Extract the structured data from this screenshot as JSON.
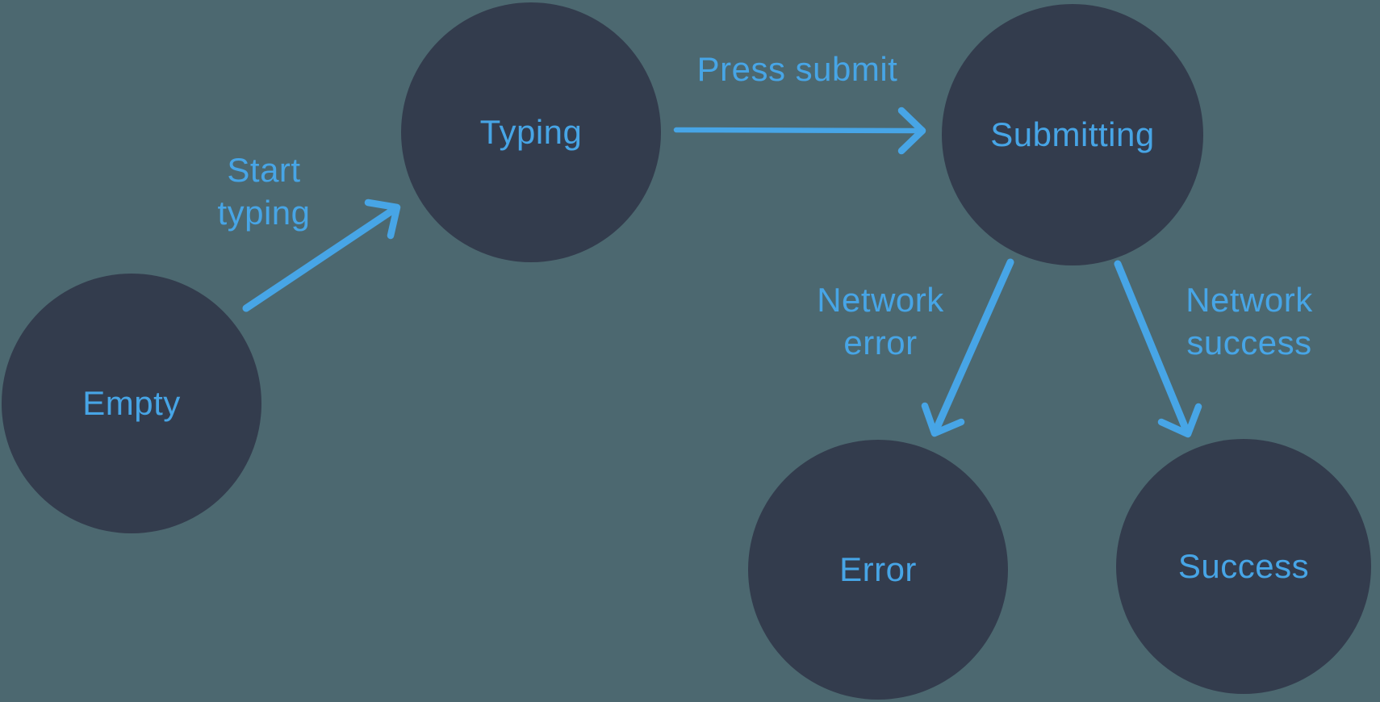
{
  "diagram": {
    "nodes": {
      "empty": {
        "label": "Empty"
      },
      "typing": {
        "label": "Typing"
      },
      "submitting": {
        "label": "Submitting"
      },
      "error": {
        "label": "Error"
      },
      "success": {
        "label": "Success"
      }
    },
    "edges": {
      "start_typing": {
        "from": "Empty",
        "to": "Typing",
        "label_line1": "Start",
        "label_line2": "typing"
      },
      "press_submit": {
        "from": "Typing",
        "to": "Submitting",
        "label": "Press submit"
      },
      "network_error": {
        "from": "Submitting",
        "to": "Error",
        "label_line1": "Network",
        "label_line2": "error"
      },
      "network_success": {
        "from": "Submitting",
        "to": "Success",
        "label_line1": "Network",
        "label_line2": "success"
      }
    },
    "colors": {
      "background": "#4C6870",
      "node_fill": "#333C4D",
      "accent": "#47A5E6"
    }
  }
}
